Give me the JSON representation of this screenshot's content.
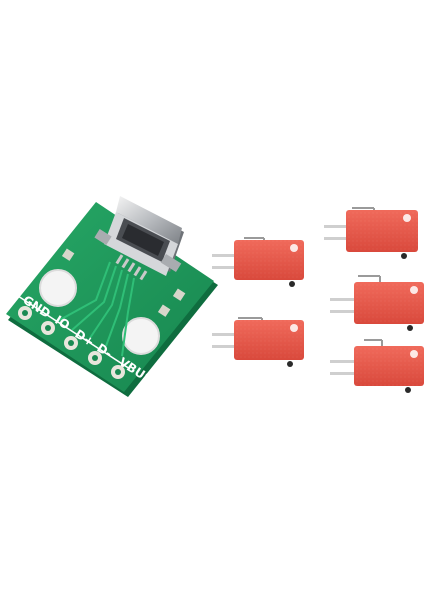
{
  "scene": {
    "description_free": true,
    "objects": [
      "usb-breakout-board",
      "micro-switch"
    ]
  },
  "board": {
    "pin_labels": [
      "GND",
      "IO",
      "D+",
      "D-",
      "VBUS"
    ],
    "pcb_color": "#1e9a5c",
    "silk_color": "#ffffff",
    "pad_color": "#e8e6dc"
  },
  "switches": {
    "count": 5,
    "body_color": "#e8584a",
    "terminal_color": "#cfcfcf"
  }
}
